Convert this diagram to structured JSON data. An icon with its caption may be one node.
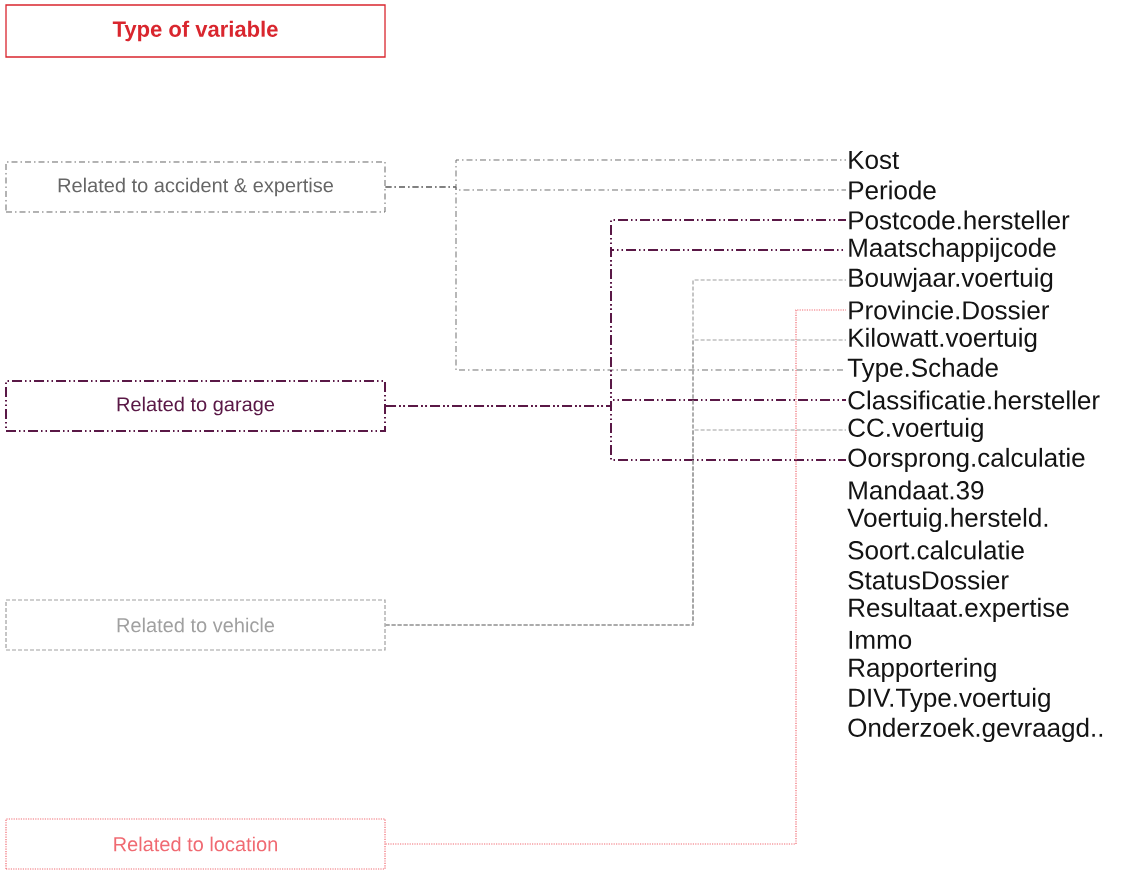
{
  "diagram": {
    "nodes": [
      {
        "text": [
          "Type of variable"
        ]
      },
      {
        "text": [
          "Related to accident & expertise"
        ]
      },
      {
        "text": [
          "Related to garage"
        ]
      },
      {
        "text": [
          "Related to vehicle"
        ]
      },
      {
        "text": [
          "Related to location"
        ]
      },
      {
        "text": [
          "Kost"
        ]
      },
      {
        "text": [
          "Periode"
        ]
      },
      {
        "text": [
          "Postcode.hersteller"
        ]
      },
      {
        "text": [
          "Maatschappijcode"
        ]
      },
      {
        "text": [
          "Bouwjaar.voertuig"
        ]
      },
      {
        "text": [
          "Provincie.Dossier"
        ]
      },
      {
        "text": [
          "Kilowatt.voertuig"
        ]
      },
      {
        "text": [
          "Type.Schade"
        ]
      },
      {
        "text": [
          "Classificatie.hersteller"
        ]
      },
      {
        "text": [
          "CC.voertuig"
        ]
      },
      {
        "text": [
          "Oorsprong.calculatie"
        ]
      }
    ],
    "edges": [
      {
        "from": 1,
        "to": 5,
        "arrow": "none",
        "style": "dashed",
        "color": "#707070"
      },
      {
        "from": 1,
        "to": 6,
        "arrow": "none",
        "style": "dashed",
        "color": "#707070"
      },
      {
        "from": 1,
        "to": 12,
        "arrow": "none",
        "style": "dashed",
        "color": "#707070"
      },
      {
        "from": 2,
        "to": 7,
        "arrow": "none",
        "style": "dashed",
        "color": "#5a1846"
      },
      {
        "from": 2,
        "to": 8,
        "arrow": "none",
        "style": "dashed",
        "color": "#5a1846"
      },
      {
        "from": 2,
        "to": 13,
        "arrow": "none",
        "style": "dashed",
        "color": "#5a1846"
      },
      {
        "from": 2,
        "to": 15,
        "arrow": "none",
        "style": "dashed",
        "color": "#5a1846"
      },
      {
        "from": 3,
        "to": 9,
        "arrow": "none",
        "style": "dashed",
        "color": "#a0a0a0"
      },
      {
        "from": 3,
        "to": 11,
        "arrow": "none",
        "style": "dashed",
        "color": "#a0a0a0"
      },
      {
        "from": 3,
        "to": 14,
        "arrow": "none",
        "style": "dashed",
        "color": "#a0a0a0"
      },
      {
        "from": 4,
        "to": 10,
        "arrow": "none",
        "style": "dashed",
        "color": "#f06a72"
      }
    ],
    "labels": [
      "Mandaat.39",
      "Voertuig.hersteld.",
      "Soort.calculatie",
      "StatusDossier",
      "Resultaat.expertise",
      "Immo",
      "Rapportering",
      "DIV.Type.voertuig",
      "Onderzoek.gevraagd.."
    ]
  }
}
